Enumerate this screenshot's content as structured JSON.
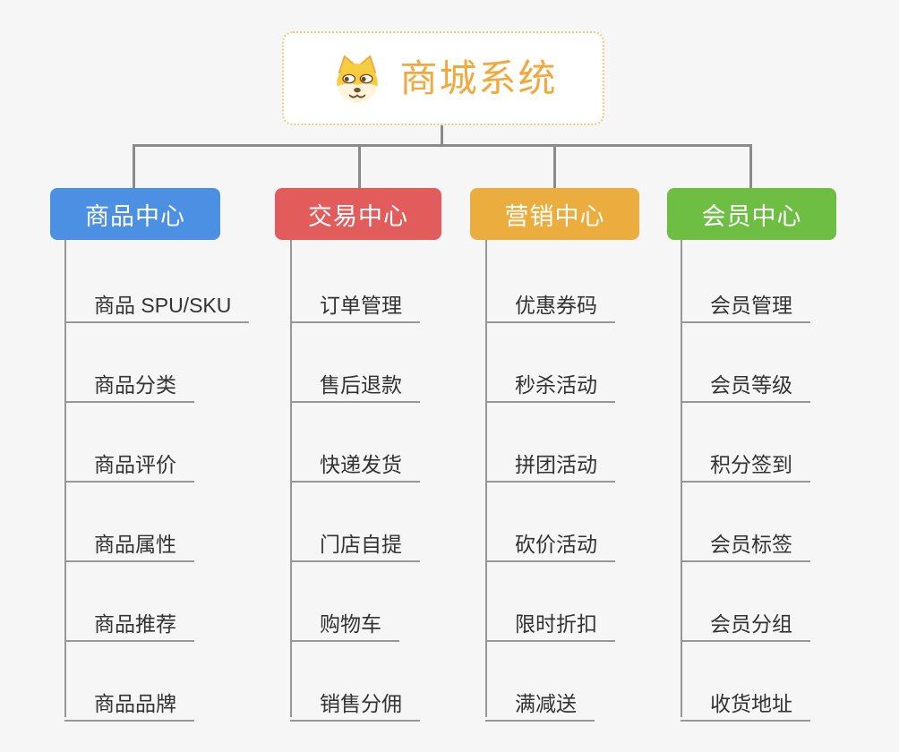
{
  "canvas": {
    "background_color": "#f6f6f6",
    "connector_color": "#8a8a8a",
    "underline_color": "#979797",
    "leaf_text_color": "#333333"
  },
  "root": {
    "title": "商城系统",
    "icon": "dog-face-icon",
    "title_color": "#f1a83c",
    "border_color": "#f3c877",
    "background_color": "#ffffff"
  },
  "branches": [
    {
      "label": "商品中心",
      "color": "#4b90e2",
      "children": [
        "商品 SPU/SKU",
        "商品分类",
        "商品评价",
        "商品属性",
        "商品推荐",
        "商品品牌"
      ]
    },
    {
      "label": "交易中心",
      "color": "#e25c5c",
      "children": [
        "订单管理",
        "售后退款",
        "快递发货",
        "门店自提",
        "购物车",
        "销售分佣"
      ]
    },
    {
      "label": "营销中心",
      "color": "#ebad3e",
      "children": [
        "优惠券码",
        "秒杀活动",
        "拼团活动",
        "砍价活动",
        "限时折扣",
        "满减送"
      ]
    },
    {
      "label": "会员中心",
      "color": "#6ebe44",
      "children": [
        "会员管理",
        "会员等级",
        "积分签到",
        "会员标签",
        "会员分组",
        "收货地址"
      ]
    }
  ]
}
